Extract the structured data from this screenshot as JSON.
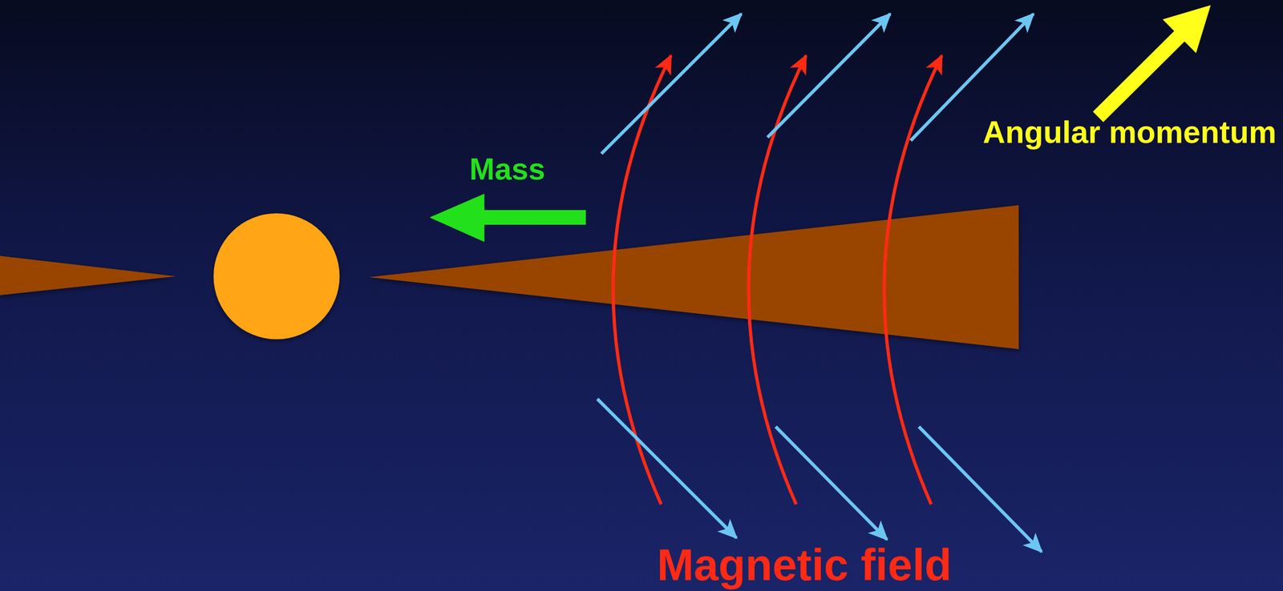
{
  "diagram": {
    "labels": [
      "Mass",
      "Angular momentum",
      "Magnetic field"
    ]
  }
}
